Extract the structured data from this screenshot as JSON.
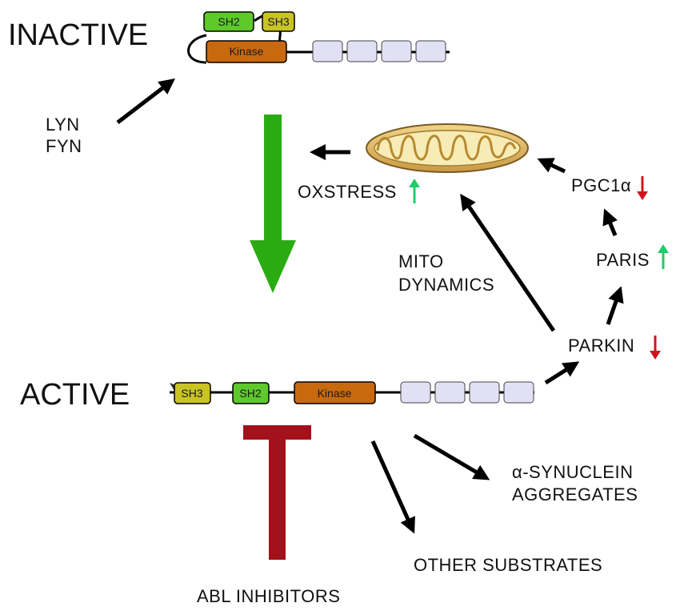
{
  "states": {
    "inactive": "INACTIVE",
    "active": "ACTIVE"
  },
  "domains": {
    "sh2": "SH2",
    "sh3": "SH3",
    "kinase": "Kinase"
  },
  "labels": {
    "lyn": "LYN",
    "fyn": "FYN",
    "oxstress": "OXSTRESS",
    "pgc1a": "PGC1α",
    "paris": "PARIS",
    "mito_line1": "MITO",
    "mito_line2": "DYNAMICS",
    "parkin": "PARKIN",
    "syn_line1": "α-SYNUCLEIN",
    "syn_line2": "AGGREGATES",
    "other": "OTHER SUBSTRATES",
    "abl": "ABL INHIBITORS"
  },
  "colors": {
    "sh2": "#5dc92a",
    "sh3": "#c9c424",
    "kinase": "#c8690f",
    "repeat_box": "#e2e0f4",
    "activation_arrow": "#2bab12",
    "inhibition_bar": "#a3111b",
    "up_arrow": "#1fcc6a",
    "down_arrow": "#d0141c",
    "mitochondrion_outer": "#e8c477",
    "mitochondrion_inner": "#f7ecb5"
  }
}
